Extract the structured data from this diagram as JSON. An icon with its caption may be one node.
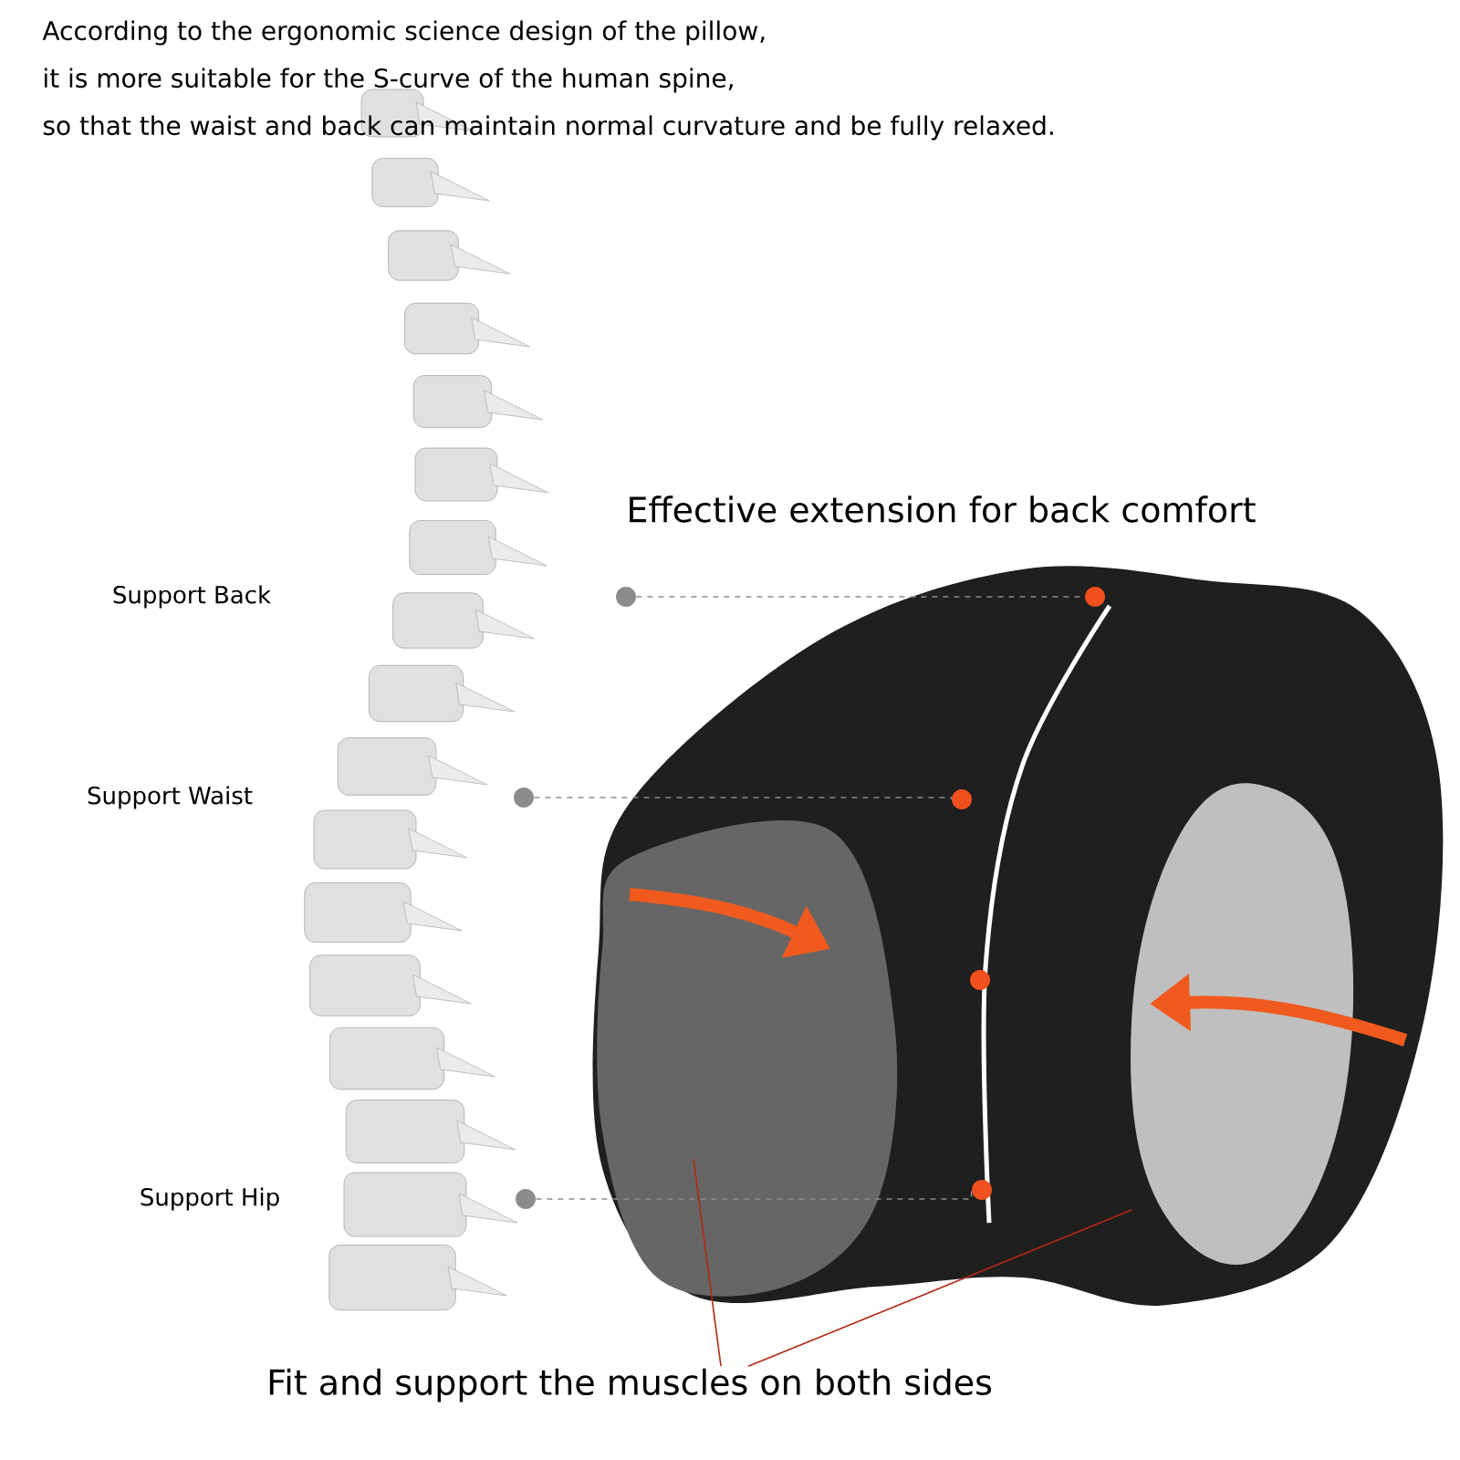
{
  "diagram": {
    "nodes": [
      {
        "text": [],
        "shape": "circle"
      },
      {
        "text": [],
        "shape": "circle"
      },
      {
        "text": [],
        "shape": "circle"
      },
      {
        "text": [
          "Fit and support the muscles on both sides"
        ]
      },
      {
        "text": [],
        "shape": "circle"
      },
      {
        "text": [],
        "shape": "circle"
      },
      {
        "text": [],
        "shape": "circle"
      },
      {
        "text": [],
        "shape": "circle"
      }
    ],
    "edges": [
      {
        "from": 0,
        "to": 4,
        "arrow": "none",
        "style": "dashed"
      },
      {
        "from": 1,
        "to": 5,
        "arrow": "none",
        "style": "dashed"
      },
      {
        "from": 2,
        "to": 7,
        "arrow": "none",
        "style": "dashed"
      },
      {
        "from": 3,
        "to": null,
        "arrow": "none",
        "color": "#b42814"
      },
      {
        "from": 3,
        "to": null,
        "arrow": "none",
        "color": "#b42814"
      }
    ],
    "labels": [
      "According to the ergonomic science design of the pillow,",
      "it is more suitable for the S-curve of the human spine,",
      "so that the waist and back can maintain normal curvature and be fully relaxed.",
      "Effective extension for back comfort",
      "Support Back",
      "Support Waist",
      "Support Hip"
    ]
  }
}
